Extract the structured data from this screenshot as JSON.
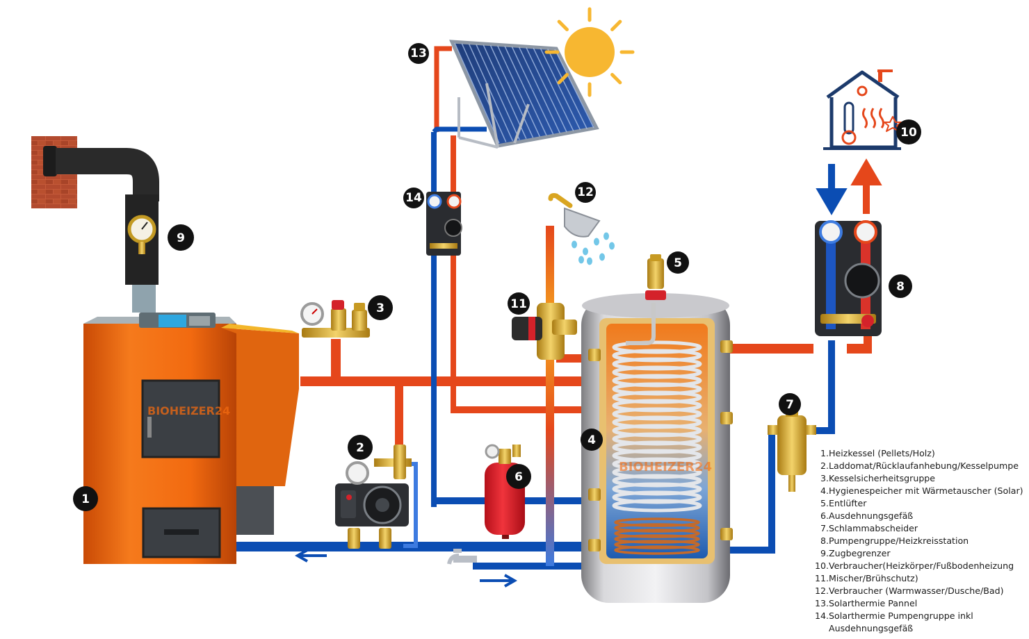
{
  "components": [
    {
      "number": "1",
      "label": "Heizkessel (Pellets/Holz)"
    },
    {
      "number": "2",
      "label": "Laddomat/Rücklaufanhebung/Kesselpumpe"
    },
    {
      "number": "3",
      "label": "Kesselsicherheitsgruppe"
    },
    {
      "number": "4",
      "label": "Hygienespeicher mit Wärmetauscher (Solar)"
    },
    {
      "number": "5",
      "label": "Entlüfter"
    },
    {
      "number": "6",
      "label": "Ausdehnungsgefäß"
    },
    {
      "number": "7",
      "label": "Schlammabscheider"
    },
    {
      "number": "8",
      "label": "Pumpengruppe/Heizkreisstation"
    },
    {
      "number": "9",
      "label": "Zugbegrenzer"
    },
    {
      "number": "10",
      "label": "Verbraucher(Heizkörper/Fußbodenheizung"
    },
    {
      "number": "11",
      "label": "Mischer/Brühschutz)"
    },
    {
      "number": "12",
      "label": "Verbraucher (Warmwasser/Dusche/Bad)"
    },
    {
      "number": "13",
      "label": "Solarthermie Pannel"
    },
    {
      "number": "14",
      "label": "Solarthermie Pumpengruppe inkl\nAusdehnungsgefäß"
    }
  ],
  "branding": {
    "boiler_logo": "BIOHEIZER24",
    "tank_logo": "BIOHEIZER24"
  },
  "colors": {
    "hot_pipe": "#e5471b",
    "cold_pipe": "#0b4db3",
    "boiler": "#f26a10",
    "badge": "#111111",
    "sun": "#f7b731"
  }
}
